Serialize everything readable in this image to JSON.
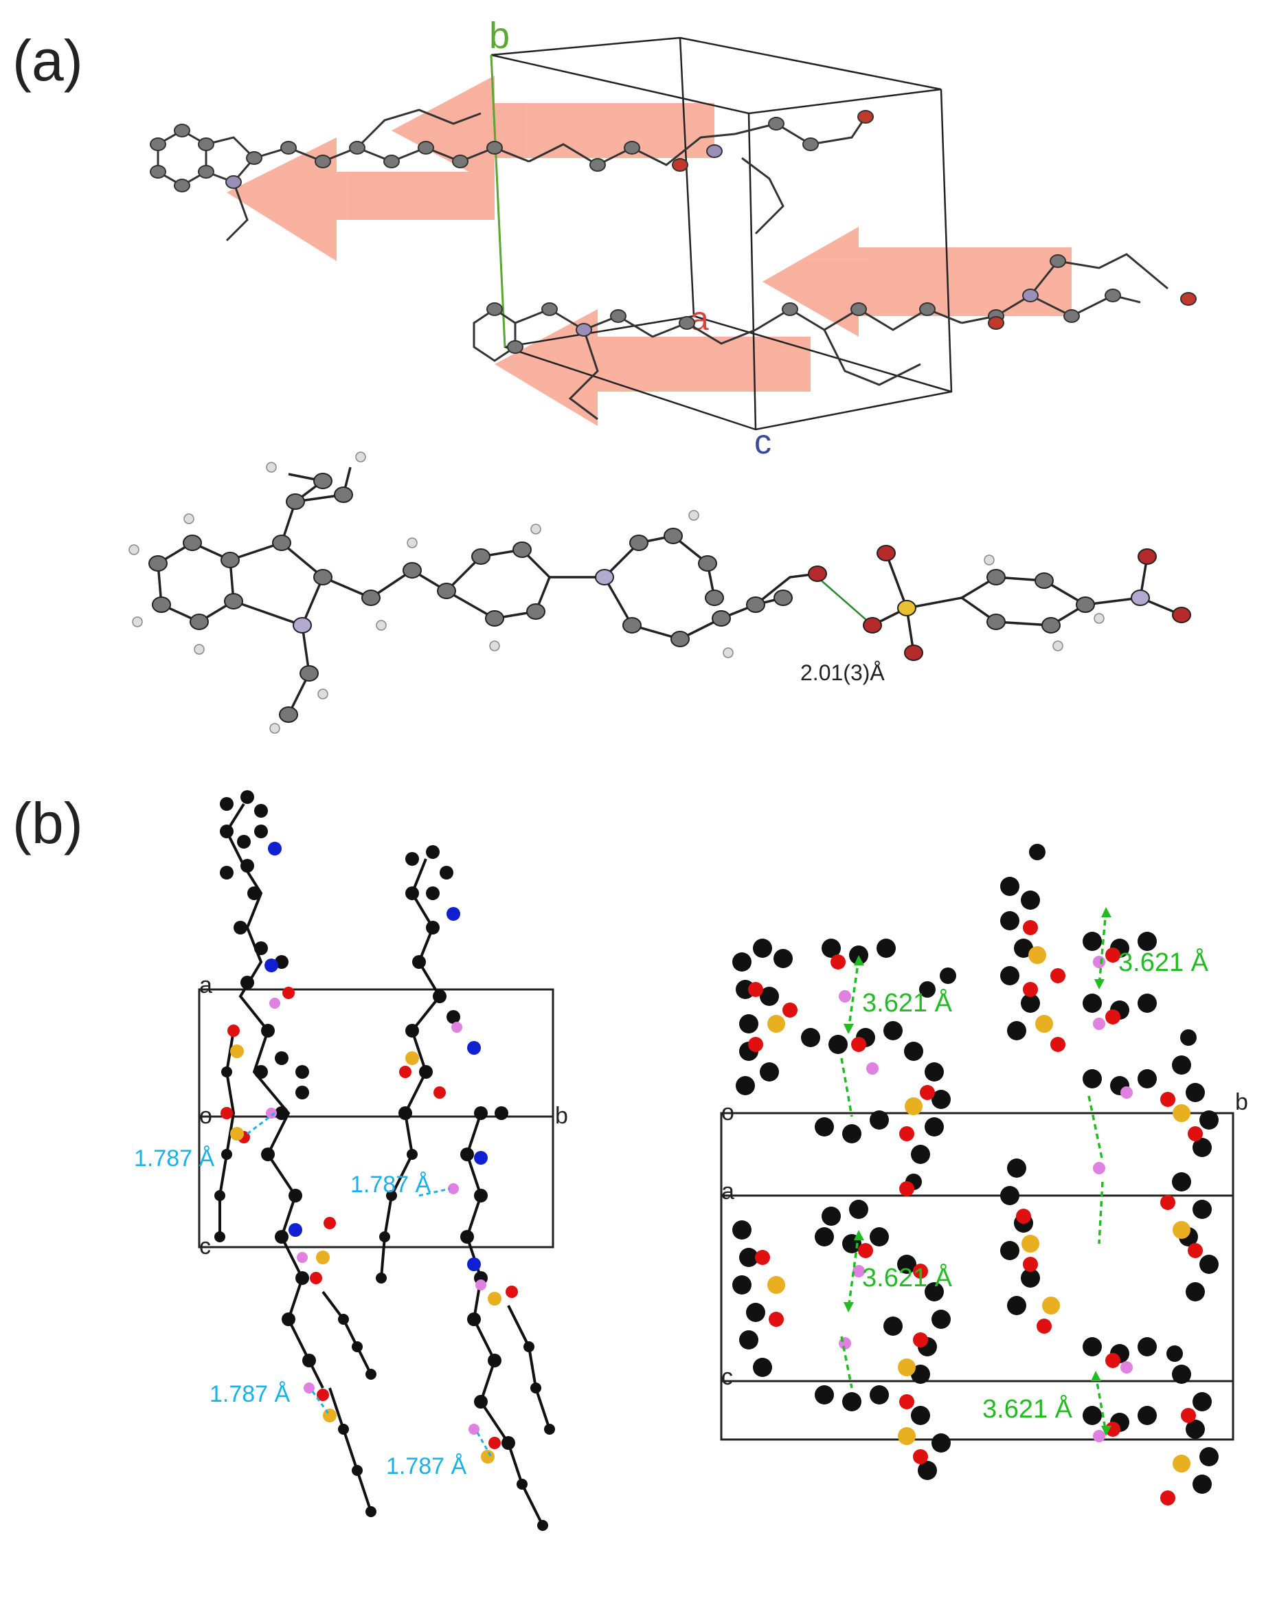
{
  "panels": {
    "a": {
      "label": "(a)"
    },
    "b": {
      "label": "(b)"
    }
  },
  "panel_a": {
    "cell_axes": {
      "a": "a",
      "b": "b",
      "c": "c"
    },
    "hbond_distance": "2.01(3)Å"
  },
  "panel_b": {
    "left_axes": {
      "a": "a",
      "o": "o",
      "b": "b",
      "c": "c"
    },
    "right_axes": {
      "o": "o",
      "b": "b",
      "a": "a",
      "c": "c"
    },
    "hbond_labels": [
      "1.787 Å",
      "1.787 Å",
      "1.787 Å",
      "1.787 Å"
    ],
    "stack_labels": [
      "3.621 Å",
      "3.621 Å",
      "3.621 Å",
      "3.621 Å"
    ]
  },
  "colors": {
    "arrow": "#f7a48e",
    "hbond_text": "#1ab0e8",
    "stack_text": "#22bb22",
    "axis_a": "#d9443a",
    "axis_b": "#5aa832",
    "axis_c": "#3a4a9a",
    "oxygen": "#e01010",
    "sulfur": "#e8b020",
    "nitrogen": "#1020d0",
    "hydrogen_b": "#e080e0"
  }
}
